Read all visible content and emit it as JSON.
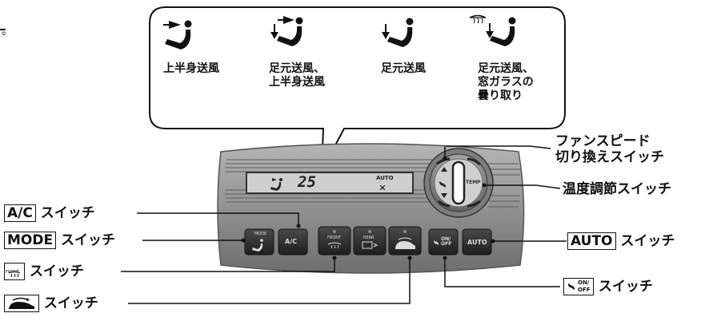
{
  "corner_mark": "。",
  "modes": [
    {
      "caption": "上半身送風",
      "icon": "face-vent-icon"
    },
    {
      "caption": "足元送風、\n上半身送風",
      "icon": "bilevel-vent-icon"
    },
    {
      "caption": "足元送風",
      "icon": "floor-vent-icon"
    },
    {
      "caption": "足元送風、\n窓ガラスの\n曇り取り",
      "icon": "floor-defrost-icon"
    }
  ],
  "display": {
    "temp": "25",
    "auto": "AUTO"
  },
  "panel_buttons": {
    "mode": "MODE",
    "ac": "A/C",
    "front": "FRONT",
    "rear": "REAR",
    "on_off": "ON/\nOFF",
    "auto": "AUTO",
    "temp": "TEMP"
  },
  "callouts_left": {
    "ac_key": "A/C",
    "ac_text": "スイッチ",
    "mode_key": "MODE",
    "mode_text": "スイッチ",
    "front_key": "FRONT",
    "front_text": "スイッチ",
    "recirc_text": "スイッチ"
  },
  "callouts_right": {
    "fan_line1": "ファンスピード",
    "fan_line2": "切り換えスイッチ",
    "temp_text": "温度調節スイッチ",
    "auto_key": "AUTO",
    "auto_text": "スイッチ",
    "onoff_key_top": "ON/",
    "onoff_key_bottom": "OFF",
    "onoff_text": "スイッチ"
  },
  "colors": {
    "line": "#111111",
    "panel": "#8e8e8e",
    "panel_dark": "#3a3a3a",
    "display": "#c9c9c9"
  }
}
